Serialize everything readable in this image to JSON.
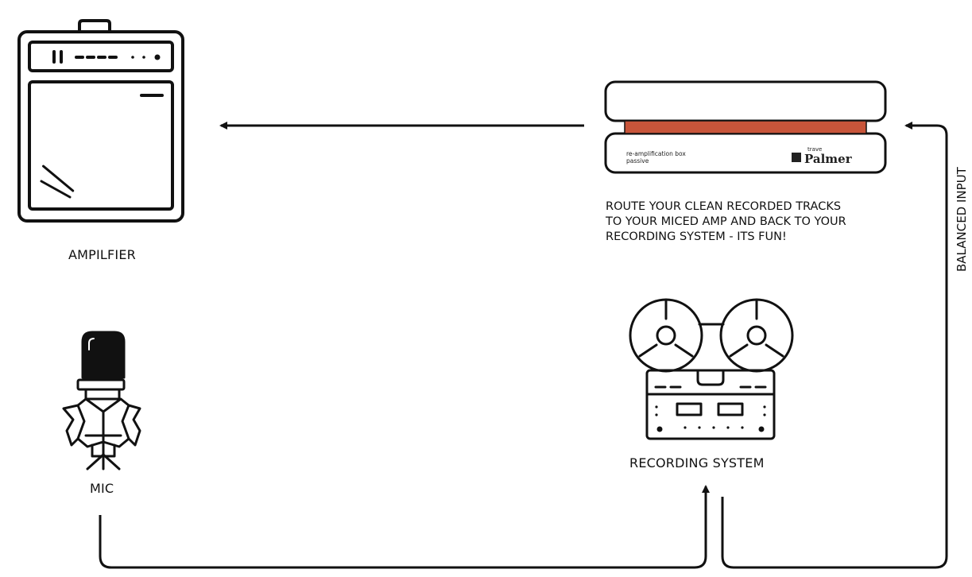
{
  "labels": {
    "amplifier": "AMPILFIER",
    "mic": "MIC",
    "recording_system": "RECORDING SYSTEM",
    "balanced_input": "BALANCED INPUT"
  },
  "description": {
    "line1": "ROUTE YOUR CLEAN RECORDED TRACKS",
    "line2": "TO YOUR MICED AMP AND BACK TO YOUR",
    "line3": "RECORDING SYSTEM - ITS FUN!"
  },
  "reamp_box": {
    "text_line1": "re-amplification box",
    "text_line2": "passive",
    "brand_small": "trave",
    "brand": "Palmer",
    "stripe_color": "#c8553a"
  },
  "icons": {
    "amplifier": "amplifier-icon",
    "reamp_box": "reamp-box-icon",
    "mic": "microphone-icon",
    "recorder": "reel-to-reel-icon"
  }
}
